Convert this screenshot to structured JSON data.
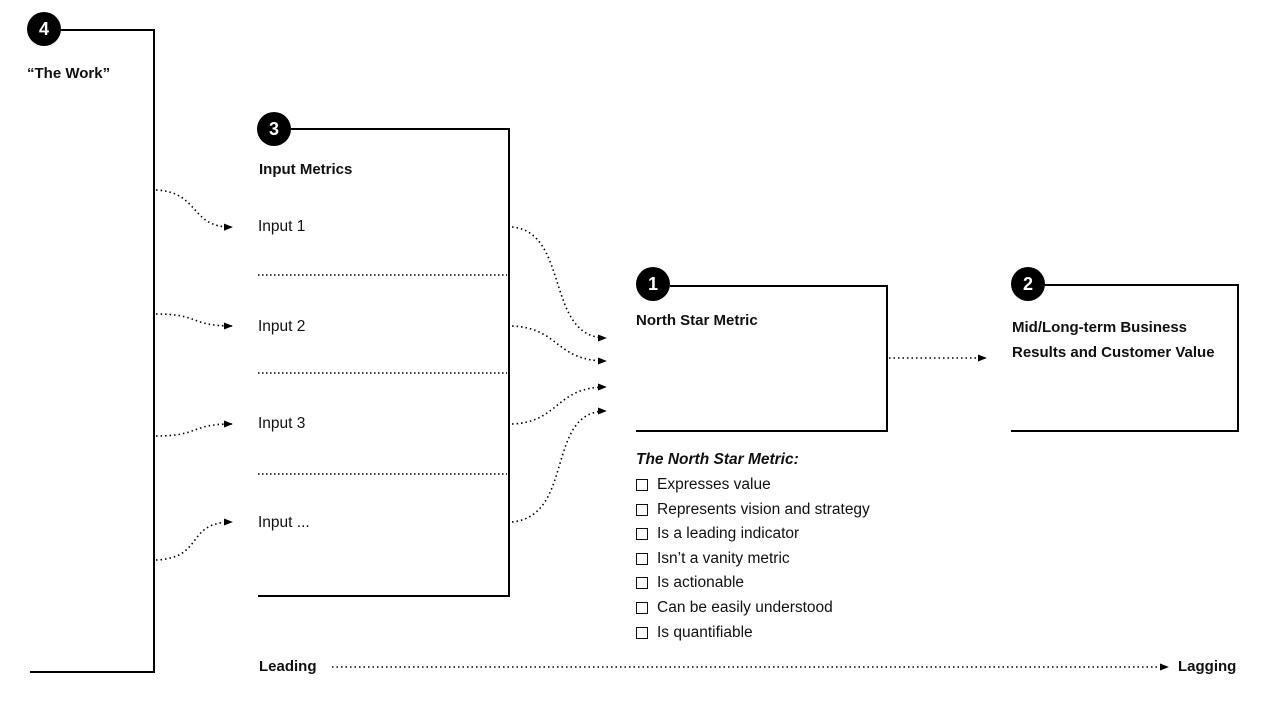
{
  "work": {
    "badge": "4",
    "title": "“The Work”"
  },
  "inputs": {
    "badge": "3",
    "title": "Input Metrics",
    "items": [
      "Input 1",
      "Input 2",
      "Input 3",
      "Input ..."
    ]
  },
  "north_star": {
    "badge": "1",
    "title": "North Star Metric"
  },
  "results": {
    "badge": "2",
    "title_line1": "Mid/Long-term Business",
    "title_line2": "Results and Customer Value"
  },
  "checklist": {
    "heading": "The North Star Metric:",
    "items": [
      "Expresses value",
      "Represents vision and strategy",
      "Is a leading indicator",
      "Isn’t a vanity metric",
      "Is actionable",
      "Can be easily understood",
      "Is quantifiable"
    ]
  },
  "axis": {
    "left": "Leading",
    "right": "Lagging"
  }
}
